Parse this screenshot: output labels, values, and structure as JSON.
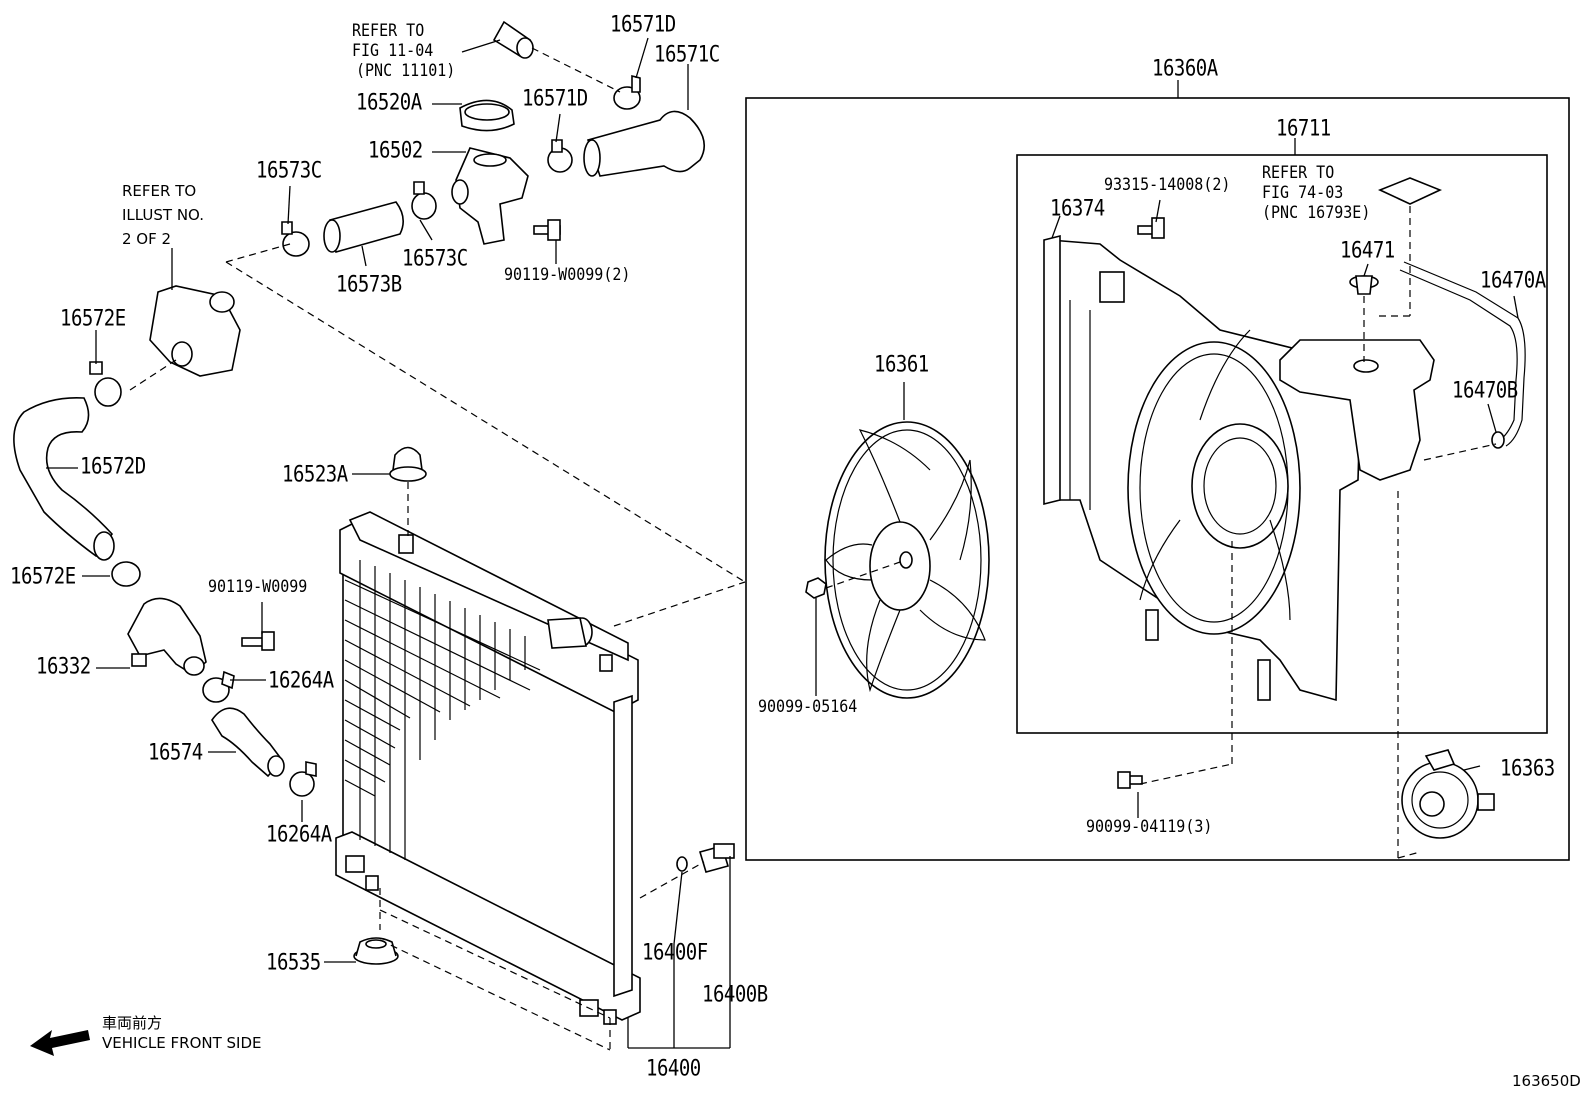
{
  "labels": {
    "refer_fig_11_04_line1": "REFER TO",
    "refer_fig_11_04_line2": "FIG 11-04",
    "refer_fig_11_04_line3": "(PNC 11101)",
    "p16571D_top": "16571D",
    "p16571C": "16571C",
    "p16520A": "16520A",
    "p16571D": "16571D",
    "p16502": "16502",
    "p16573C_left": "16573C",
    "p16573C_right": "16573C",
    "p16573B": "16573B",
    "p90119_W0099_2": "90119-W0099(2)",
    "refer_illust_line1": "REFER TO",
    "refer_illust_line2": "ILLUST NO.",
    "refer_illust_line3": "2 OF 2",
    "p16572E_top": "16572E",
    "p16572D": "16572D",
    "p16572E_bottom": "16572E",
    "p90119_W0099": "90119-W0099",
    "p16332": "16332",
    "p16264A_top": "16264A",
    "p16574": "16574",
    "p16264A_bottom": "16264A",
    "p16523A": "16523A",
    "p16535": "16535",
    "p16400F": "16400F",
    "p16400B": "16400B",
    "p16400": "16400",
    "p16360A": "16360A",
    "p16711": "16711",
    "p93315_14008_2": "93315-14008(2)",
    "refer_fig_74_03_line1": "REFER TO",
    "refer_fig_74_03_line2": "FIG 74-03",
    "refer_fig_74_03_line3": "(PNC 16793E)",
    "p16374": "16374",
    "p16471": "16471",
    "p16470A": "16470A",
    "p16361": "16361",
    "p16470B": "16470B",
    "p90099_05164": "90099-05164",
    "p90099_04119_3": "90099-04119(3)",
    "p16363": "16363",
    "front_side_jp": "車両前方",
    "front_side_en": "VEHICLE FRONT SIDE",
    "diagram_id": "163650D"
  }
}
